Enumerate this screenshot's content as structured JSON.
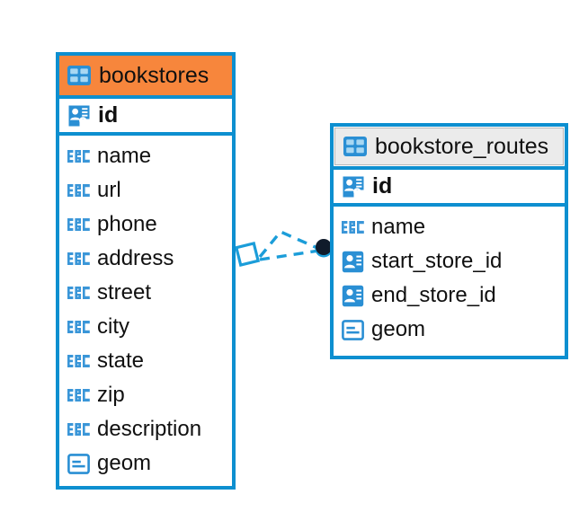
{
  "diagram": {
    "type": "entity-relationship-diagram",
    "background": "#ffffff",
    "accent_color": "#0d8fd0",
    "highlight_color": "#f7863c",
    "header_plain_color": "#ebebeb",
    "connector_endpoint_color": "#101b2b"
  },
  "entities": [
    {
      "id": "bookstores",
      "title": "bookstores",
      "icon": "table-grid-icon",
      "header_style": "accent",
      "primary_key": {
        "name": "id",
        "icon": "primary-key-icon"
      },
      "fields": [
        {
          "name": "name",
          "icon": "abc-text-icon"
        },
        {
          "name": "url",
          "icon": "abc-text-icon"
        },
        {
          "name": "phone",
          "icon": "abc-text-icon"
        },
        {
          "name": "address",
          "icon": "abc-text-icon"
        },
        {
          "name": "street",
          "icon": "abc-text-icon"
        },
        {
          "name": "city",
          "icon": "abc-text-icon"
        },
        {
          "name": "state",
          "icon": "abc-text-icon"
        },
        {
          "name": "zip",
          "icon": "abc-text-icon"
        },
        {
          "name": "description",
          "icon": "abc-text-icon"
        },
        {
          "name": "geom",
          "icon": "geometry-icon"
        }
      ]
    },
    {
      "id": "bookstore_routes",
      "title": "bookstore_routes",
      "icon": "table-grid-icon",
      "header_style": "plain",
      "primary_key": {
        "name": "id",
        "icon": "primary-key-icon"
      },
      "fields": [
        {
          "name": "name",
          "icon": "abc-text-icon"
        },
        {
          "name": "start_store_id",
          "icon": "foreign-key-icon"
        },
        {
          "name": "end_store_id",
          "icon": "foreign-key-icon"
        },
        {
          "name": "geom",
          "icon": "geometry-icon"
        }
      ]
    }
  ],
  "relationships": [
    {
      "from": "bookstores",
      "to": "bookstore_routes.start_store_id",
      "style": "dashed",
      "source_marker": "diamond",
      "target_marker": "filled-circle"
    },
    {
      "from": "bookstores",
      "to": "bookstore_routes.end_store_id",
      "style": "dashed",
      "source_marker": "diamond",
      "target_marker": "filled-circle"
    }
  ]
}
